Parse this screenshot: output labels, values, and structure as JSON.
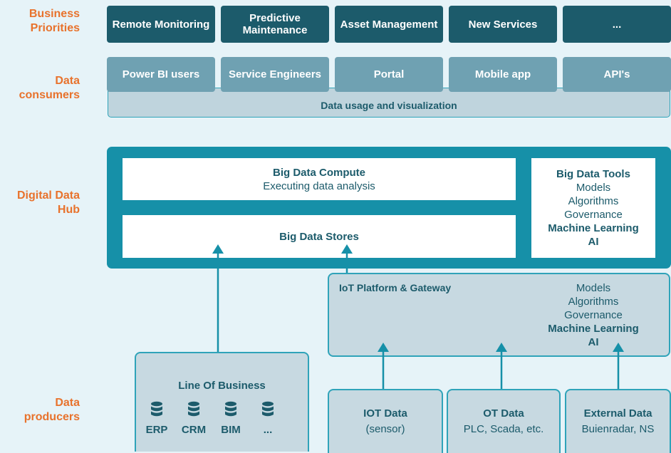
{
  "rows": {
    "business_priorities": "Business Priorities",
    "data_consumers": "Data consumers",
    "digital_data_hub": "Digital Data Hub",
    "data_producers": "Data producers"
  },
  "priorities": [
    "Remote Monitoring",
    "Predictive Maintenance",
    "Asset Management",
    "New Services",
    "..."
  ],
  "consumers": {
    "items": [
      "Power BI users",
      "Service Engineers",
      "Portal",
      "Mobile app",
      "API's"
    ],
    "footer": "Data usage and visualization"
  },
  "hub": {
    "compute_title": "Big Data Compute",
    "compute_subtitle": "Executing data analysis",
    "stores_title": "Big Data Stores",
    "tools_title": "Big Data Tools",
    "tools_items": [
      "Models",
      "Algorithms",
      "Governance"
    ],
    "tools_bold": [
      "Machine Learning",
      "AI"
    ]
  },
  "iot_platform": {
    "title": "IoT Platform & Gateway",
    "items": [
      "Models",
      "Algorithms",
      "Governance"
    ],
    "bold": [
      "Machine Learning",
      "AI"
    ]
  },
  "line_of_business": {
    "title": "Line Of Business",
    "systems": [
      "ERP",
      "CRM",
      "BIM",
      "..."
    ]
  },
  "producers": [
    {
      "title": "IOT Data",
      "subtitle": "(sensor)"
    },
    {
      "title": "OT Data",
      "subtitle": "PLC, Scada, etc."
    },
    {
      "title": "External Data",
      "subtitle": "Buienradar, NS"
    }
  ],
  "colors": {
    "background": "#e6f3f8",
    "label_orange": "#e8722c",
    "priority_dark_teal": "#1c5b6b",
    "consumer_teal": "#6fa1b2",
    "hub_teal": "#1690a8",
    "panel_gray": "#c7d9e1",
    "accent_cyan": "#2fa3b9"
  }
}
